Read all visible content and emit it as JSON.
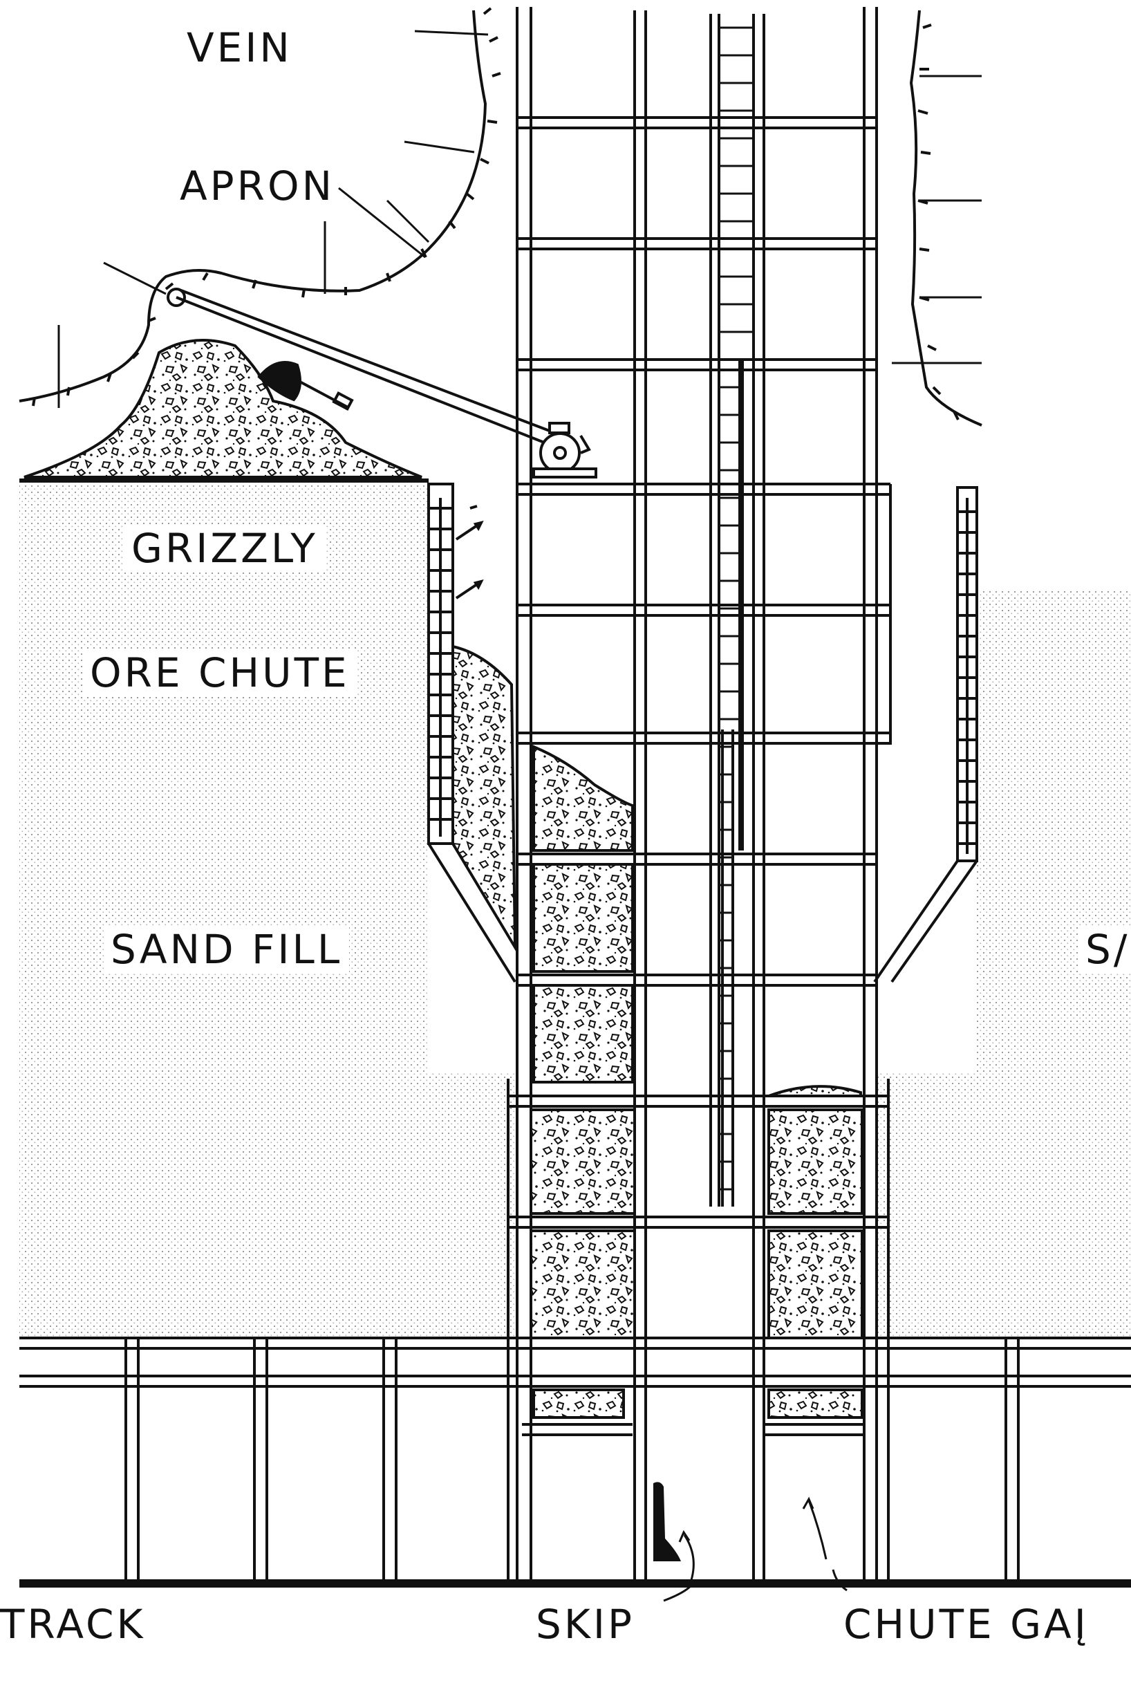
{
  "colors": {
    "ink": "#111111",
    "paper": "#ffffff",
    "stipple": "#9a9a9a"
  },
  "labels": {
    "vein": "VEIN",
    "apron": "APRON",
    "grizzly": "GRIZZLY",
    "ore_chute": "ORE CHUTE",
    "sand_fill": "SAND FILL",
    "sand_fill_right": "S/",
    "track": "TRACK",
    "skip": "SKIP",
    "chute_gate": "CHUTE GAĮ"
  }
}
